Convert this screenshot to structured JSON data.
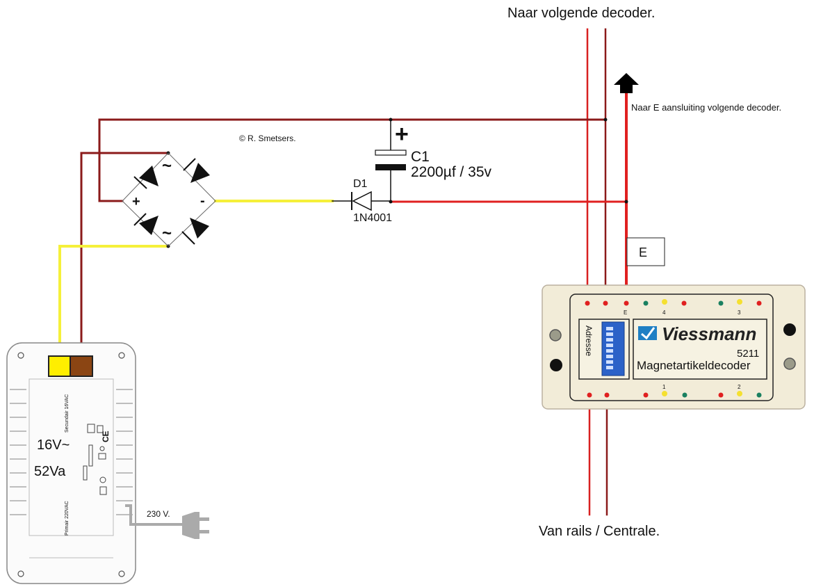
{
  "labels": {
    "top_heading": "Naar volgende decoder.",
    "bottom_heading": "Van rails / Centrale.",
    "arrow_note": "Naar E aansluiting volgende decoder.",
    "copyright": "© R. Smetsers.",
    "e_box": "E",
    "plug_label": "230 V."
  },
  "bridge": {
    "ac_top": "~",
    "ac_bottom": "~",
    "plus": "+",
    "minus": "-"
  },
  "capacitor": {
    "polarity": "+",
    "name": "C1",
    "value": "2200µf / 35v"
  },
  "diode": {
    "name": "D1",
    "part": "1N4001"
  },
  "transformer": {
    "voltage": "16V~",
    "power": "52Va",
    "secondary_label": "Secundair 16VAC",
    "primary_label": "Primair 220VAC"
  },
  "decoder": {
    "side_label": "Adresse",
    "brand": "Viessmann",
    "model": "5211",
    "description": "Magnetartikeldecoder",
    "top_led_marks": [
      "E",
      "4",
      "3"
    ],
    "bottom_led_marks": [
      "1",
      "2"
    ]
  },
  "colors": {
    "dark_red_wire": "#8b1a1a",
    "red_wire": "#e02020",
    "yellow_wire": "#f5f03a",
    "brown_terminal": "#8b4513",
    "yellow_terminal": "#ffee00",
    "decoder_body": "#f2ecd8",
    "viessmann_blue": "#1f7fc4"
  }
}
